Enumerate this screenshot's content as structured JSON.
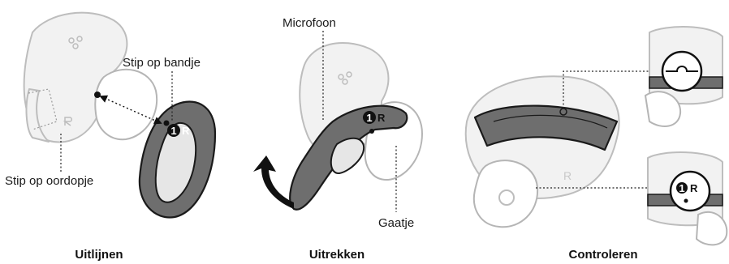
{
  "panel_align": {
    "caption": "Uitlijnen",
    "label_band_dot": "Stip op bandje",
    "label_bud_dot": "Stip op oordopje",
    "band_mark_number": "1",
    "band_mark_letter": "R"
  },
  "panel_stretch": {
    "caption": "Uitrekken",
    "label_microphone": "Microfoon",
    "label_hole": "Gaatje",
    "band_mark_number": "1",
    "band_mark_letter": "R"
  },
  "panel_check": {
    "caption": "Controleren",
    "bud_letter": "R",
    "zoom_mark_number": "1",
    "zoom_mark_letter": "R"
  },
  "colors": {
    "band": "#6e6e6e",
    "outline_dark": "#1a1a1a",
    "earbud_outline": "#bdbdbd",
    "arrow": "#111111"
  }
}
